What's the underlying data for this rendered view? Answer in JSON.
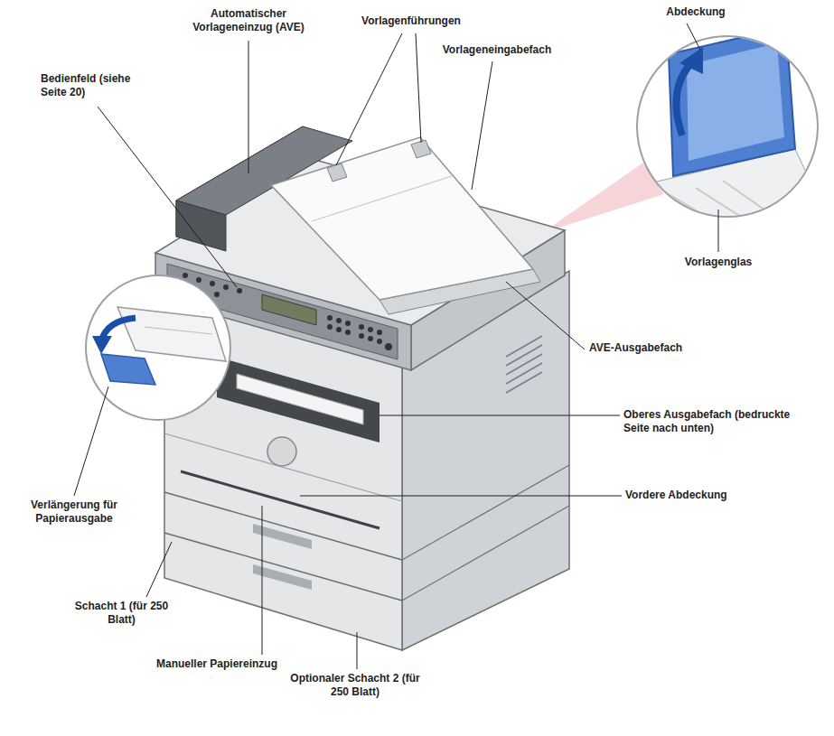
{
  "diagram": {
    "labels": [
      "Automatischer Vorlageneinzug (AVE)",
      "Vorlagenführungen",
      "Vorlageneingabefach",
      "Abdeckung",
      "Bedienfeld (siehe Seite 20)",
      "Vorlagenglas",
      "AVE-Ausgabefach",
      "Oberes Ausgabefach (bedruckte Seite nach unten)",
      "Vordere Abdeckung",
      "Verlängerung für Papierausgabe",
      "Schacht 1 (für 250 Blatt)",
      "Manueller Papiereinzug",
      "Optionaler Schacht 2 (für 250 Blatt)"
    ]
  }
}
